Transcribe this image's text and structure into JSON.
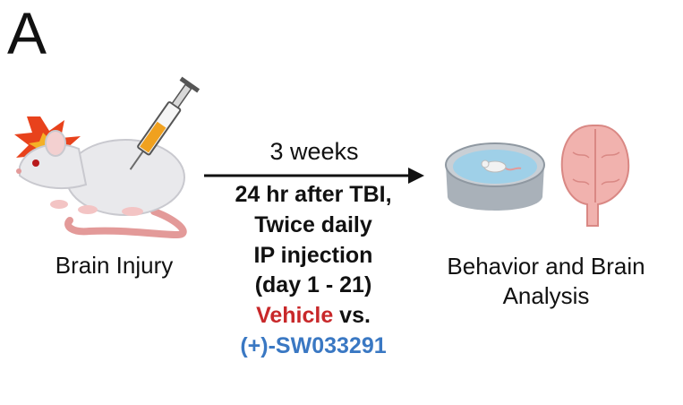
{
  "panel_label": "A",
  "left": {
    "caption": "Brain Injury"
  },
  "arrow": {
    "duration_label": "3 weeks",
    "protocol_lines": [
      "24 hr after TBI,",
      "Twice daily",
      "IP injection",
      "(day 1 - 21)"
    ],
    "comparison": {
      "first": "Vehicle",
      "connector": " vs.",
      "second": "(+)-SW033291"
    }
  },
  "right": {
    "caption_lines": [
      "Behavior and Brain",
      "Analysis"
    ]
  },
  "colors": {
    "text": "#111111",
    "vehicle": "#c8282a",
    "compound": "#3a78c3",
    "explosion": "#e8421c",
    "explosion_core": "#f4b026",
    "rat_body": "#e9e9ec",
    "rat_tail": "#e39a99",
    "syringe_fluid": "#f0a11f",
    "dish_water": "#9fd0e8",
    "dish_rim": "#a9b1b9",
    "brain": "#f1b2ae"
  },
  "icons": [
    "explosion-icon",
    "rat-icon",
    "syringe-icon",
    "water-maze-dish-icon",
    "swimming-mouse-icon",
    "brain-icon",
    "arrow-right-icon"
  ]
}
